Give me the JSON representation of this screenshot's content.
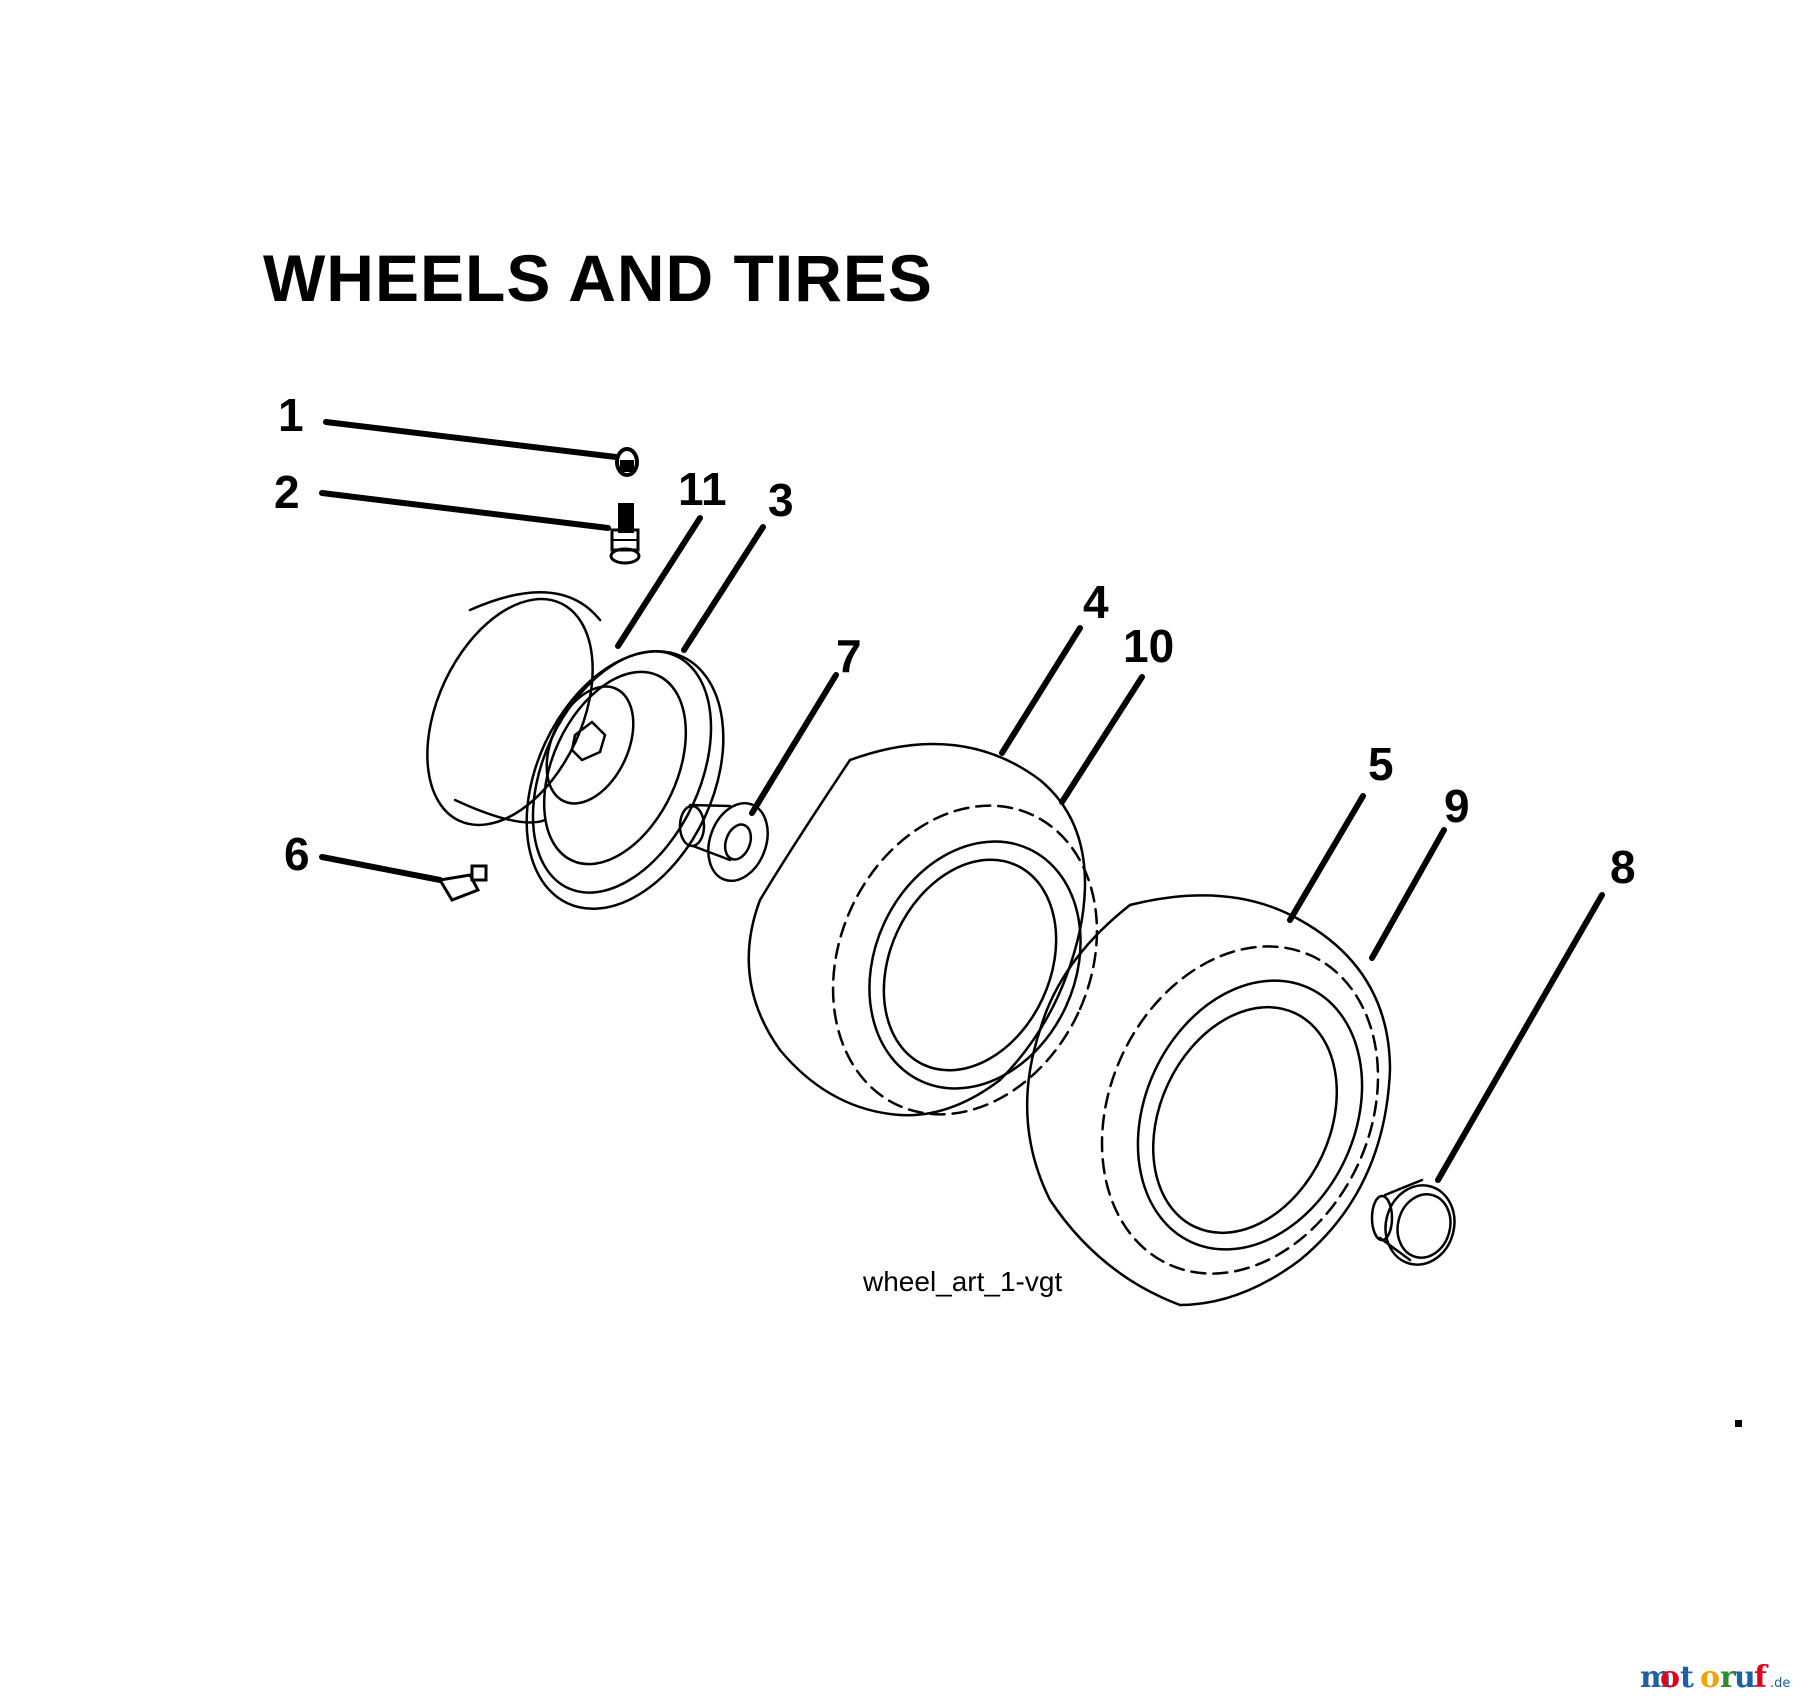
{
  "title": "WHEELS AND TIRES",
  "callouts": [
    "1",
    "2",
    "11",
    "3",
    "4",
    "10",
    "7",
    "5",
    "9",
    "8",
    "6"
  ],
  "caption": "wheel_art_1-vgt",
  "watermark": {
    "letters": [
      "m",
      "o",
      "t",
      "o",
      "r",
      "u",
      "f"
    ],
    "suffix": ".de",
    "colors": [
      "#1f5fa8",
      "#e2001a",
      "#1f5fa8",
      "#f5a300",
      "#2e8b2e",
      "#1f5fa8",
      "#e2001a"
    ]
  }
}
